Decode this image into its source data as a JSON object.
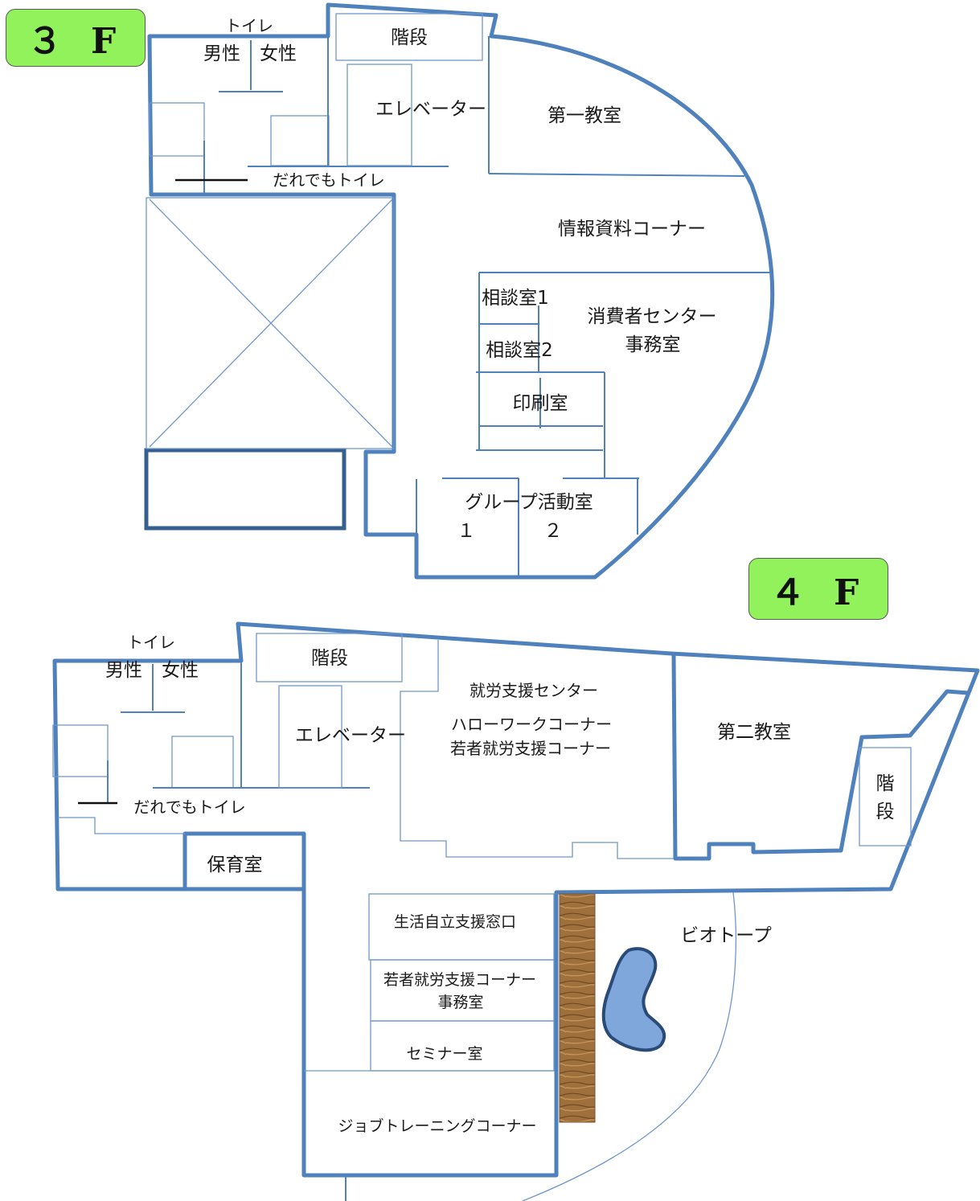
{
  "floor3": {
    "label": "３ F",
    "rooms": {
      "toilet": "トイレ",
      "male": "男性",
      "female": "女性",
      "stairs": "階段",
      "elevator": "エレベーター",
      "classroom1": "第一教室",
      "universal_toilet": "だれでもトイレ",
      "info_corner": "情報資料コーナー",
      "consult1": "相談室1",
      "consult2": "相談室2",
      "consumer_center_l1": "消費者センター",
      "consumer_center_l2": "事務室",
      "print_room": "印刷室",
      "group_room": "グループ活動室",
      "group_room_1": "１",
      "group_room_2": "２"
    }
  },
  "floor4": {
    "label": "４ F",
    "rooms": {
      "toilet": "トイレ",
      "male": "男性",
      "female": "女性",
      "stairs": "階段",
      "elevator": "エレベーター",
      "employment_center": "就労支援センター",
      "hellowork": "ハローワークコーナー",
      "youth_employment": "若者就労支援コーナー",
      "classroom2": "第二教室",
      "stairs_v1": "階",
      "stairs_v2": "段",
      "universal_toilet": "だれでもトイレ",
      "nursery": "保育室",
      "livelihood_window": "生活自立支援窓口",
      "youth_office_l1": "若者就労支援コーナー",
      "youth_office_l2": "事務室",
      "seminar": "セミナー室",
      "job_training": "ジョブトレーニングコーナー",
      "biotope": "ビオトープ"
    }
  },
  "colors": {
    "wall": "#4f81bd",
    "badge": "#92f25c",
    "pond": "#7fa7dc",
    "deck": "#a0703c"
  }
}
